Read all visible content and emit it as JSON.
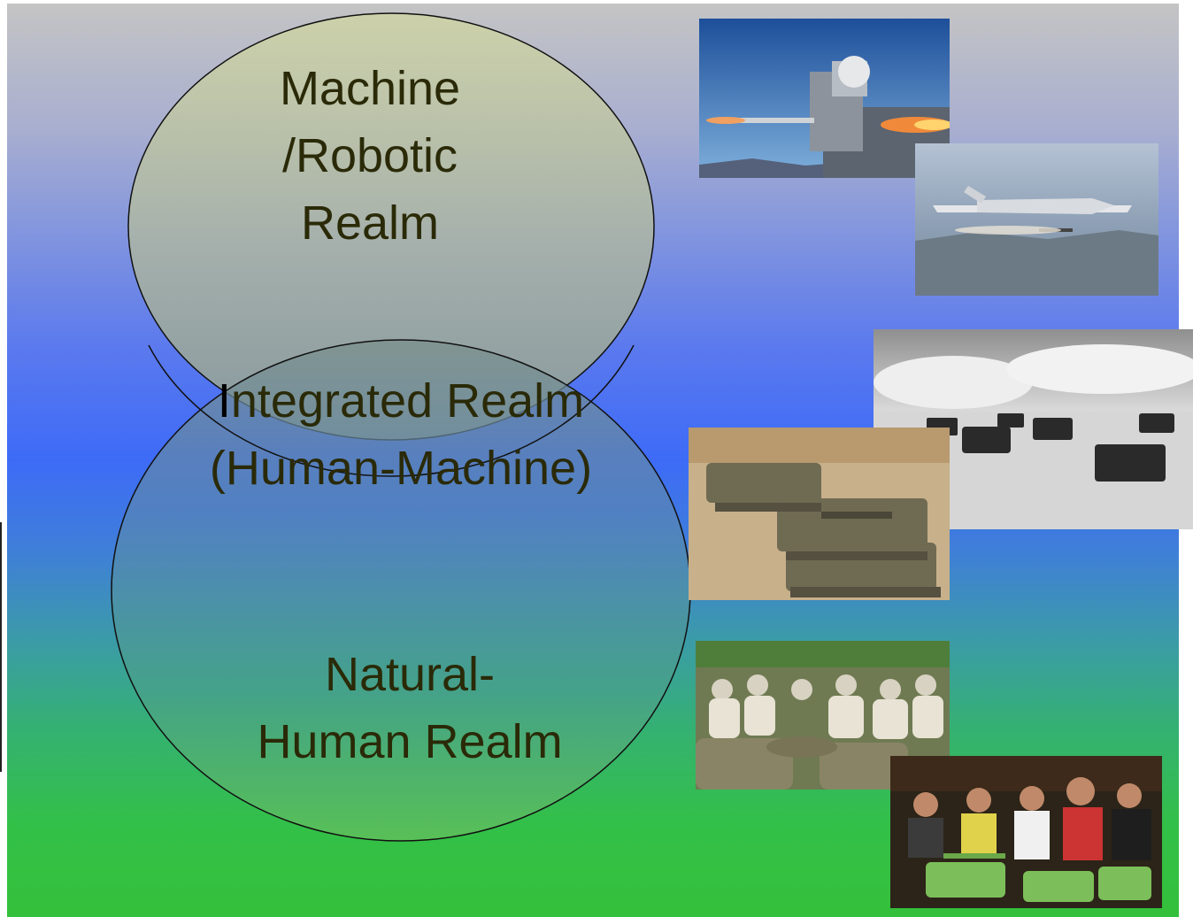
{
  "diagram": {
    "machine_realm": {
      "label": "Machine\n/Robotic\nRealm"
    },
    "integrated_realm": {
      "first_letter": "I",
      "rest": "ntegrated  Realm",
      "line2": "(Human-Machine)"
    },
    "natural_realm": {
      "label": "Natural-\nHuman Realm"
    }
  },
  "photos": [
    "naval-gun-firing-photo",
    "predator-drone-missile-photo",
    "ww2-tanks-bw-photo",
    "abrams-tanks-desert-photo",
    "soldiers-villagers-meeting-photo",
    "crowd-toy-tanks-photo"
  ],
  "colors": {
    "gradient_top": "#c4c4c4",
    "gradient_mid": "#3d6bf7",
    "gradient_bottom": "#34c03a",
    "label_text": "#2a2a08"
  }
}
